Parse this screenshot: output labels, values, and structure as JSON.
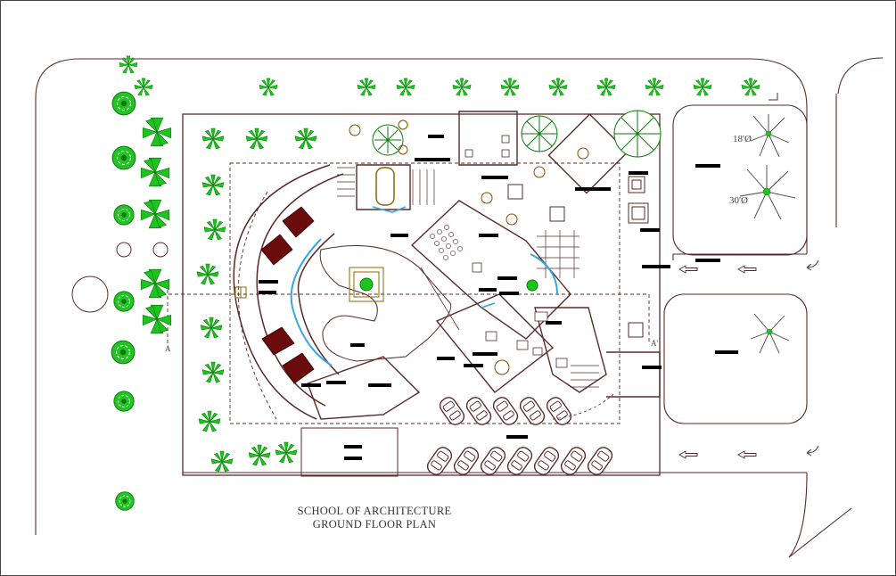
{
  "drawing": {
    "title_line1": "SCHOOL OF ARCHITECTURE",
    "title_line2": "GROUND FLOOR PLAN",
    "dimension_1": "18'Ø",
    "dimension_2": "30'Ø",
    "section_mark_left": "A",
    "section_mark_right": "A'"
  },
  "colors": {
    "line": "#5a2a2a",
    "tree": "#1ec41e",
    "tree_dark": "#0b7a0b",
    "hall_seat": "#6b0c0c",
    "water": "#35a7e0",
    "label_bar": "#000000"
  },
  "icons": [
    "palm-tree-icon",
    "round-tree-icon",
    "car-icon",
    "arrow-left-icon",
    "north-arrow-icon"
  ]
}
